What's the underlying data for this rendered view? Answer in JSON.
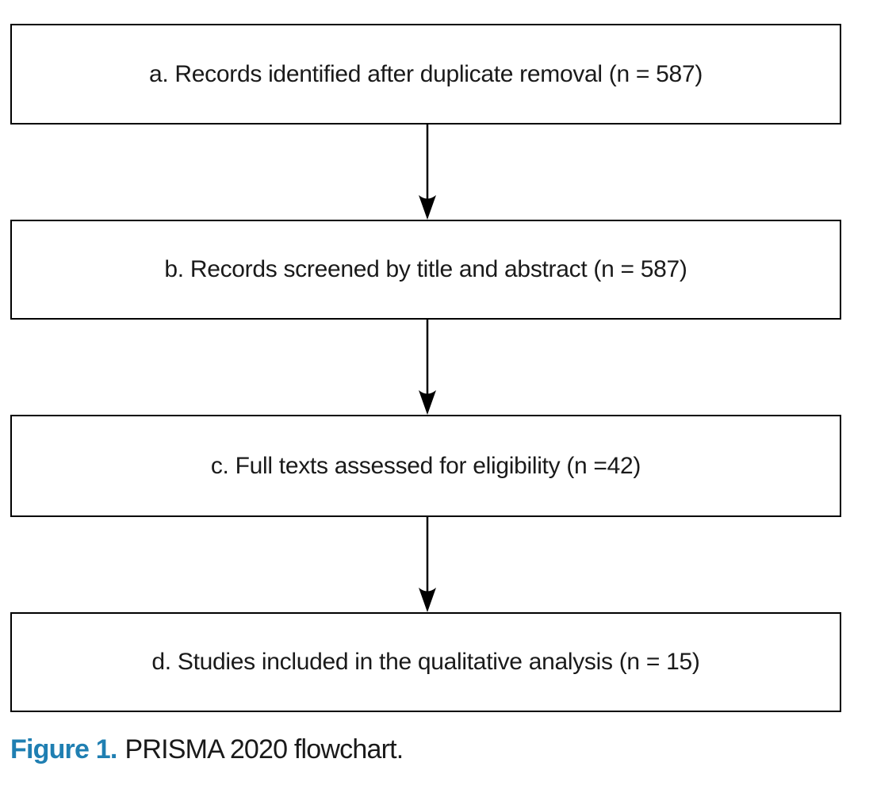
{
  "figure": {
    "label": "Figure 1.",
    "caption": "PRISMA 2020 flowchart."
  },
  "colors": {
    "figure_label_blue": "#1f7fb2",
    "box_border": "#000000",
    "box_fill": "#ffffff",
    "text": "#1a1a1a",
    "arrow": "#000000"
  },
  "flowchart": {
    "type": "vertical-flow",
    "boxes": [
      {
        "id": "a",
        "label": "a. Records identified after duplicate removal (n = 587)",
        "n": 587
      },
      {
        "id": "b",
        "label": "b. Records screened by title and abstract (n = 587)",
        "n": 587
      },
      {
        "id": "c",
        "label": "c. Full texts assessed for eligibility (n =42)",
        "n": 42
      },
      {
        "id": "d",
        "label": "d. Studies included in the qualitative analysis (n = 15)",
        "n": 15
      }
    ],
    "connectors": [
      {
        "from": "a",
        "to": "b",
        "direction": "down"
      },
      {
        "from": "b",
        "to": "c",
        "direction": "down"
      },
      {
        "from": "c",
        "to": "d",
        "direction": "down"
      }
    ]
  }
}
